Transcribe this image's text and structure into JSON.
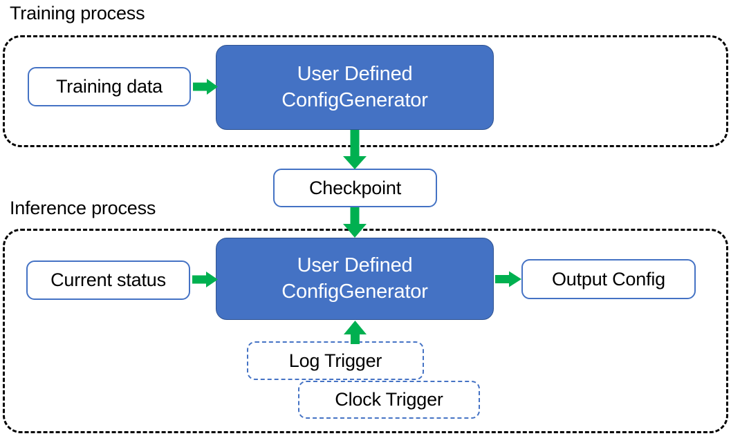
{
  "diagram": {
    "title_training": "Training process",
    "title_inference": "Inference process",
    "accent_blue_fill": "#4472C4",
    "accent_blue_stroke": "#2F528F",
    "box_outline_blue": "#4472C4",
    "arrow_green": "#00B050",
    "container_stroke": "#000000",
    "background": "#FFFFFF"
  },
  "training": {
    "caption": "Training process",
    "input_box": "Training data",
    "generator_line1": "User Defined",
    "generator_line2": "ConfigGenerator"
  },
  "bridge": {
    "checkpoint": "Checkpoint"
  },
  "inference": {
    "caption": "Inference process",
    "input_box": "Current status",
    "generator_line1": "User Defined",
    "generator_line2": "ConfigGenerator",
    "output_box": "Output Config",
    "trigger_log": "Log Trigger",
    "trigger_clock": "Clock Trigger"
  },
  "arrows": [
    {
      "name": "training-data-to-generator",
      "from": "Training data",
      "to": "User Defined ConfigGenerator",
      "direction": "right"
    },
    {
      "name": "generator-to-checkpoint",
      "from": "User Defined ConfigGenerator",
      "to": "Checkpoint",
      "direction": "down"
    },
    {
      "name": "checkpoint-to-infer-generator",
      "from": "Checkpoint",
      "to": "User Defined ConfigGenerator",
      "direction": "down"
    },
    {
      "name": "current-status-to-generator",
      "from": "Current status",
      "to": "User Defined ConfigGenerator",
      "direction": "right"
    },
    {
      "name": "generator-to-output-config",
      "from": "User Defined ConfigGenerator",
      "to": "Output Config",
      "direction": "right"
    },
    {
      "name": "triggers-to-generator",
      "from": "Log Trigger / Clock Trigger",
      "to": "User Defined ConfigGenerator",
      "direction": "up"
    }
  ]
}
